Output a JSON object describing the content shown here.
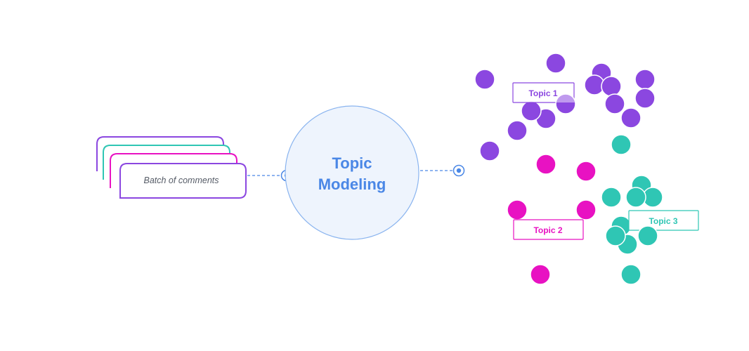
{
  "input": {
    "label": "Batch of comments"
  },
  "process": {
    "line1": "Topic",
    "line2": "Modeling"
  },
  "topics": [
    {
      "label": "Topic 1",
      "color": "#8b47e0"
    },
    {
      "label": "Topic 2",
      "color": "#e812c2"
    },
    {
      "label": "Topic 3",
      "color": "#2fc6b4"
    }
  ],
  "colors": {
    "card_purple": "#8b47e0",
    "card_teal": "#2fc6b4",
    "card_magenta": "#e812c2",
    "process_fill": "#eef4fd",
    "process_stroke": "#8ab4ef",
    "process_text": "#4a87e6",
    "connector": "#4a87e6"
  }
}
